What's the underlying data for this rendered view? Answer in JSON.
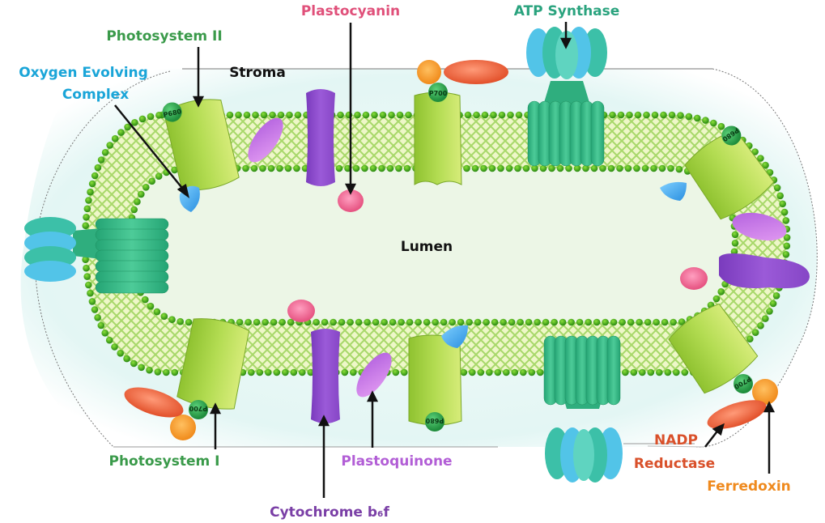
{
  "title": "Thylakoid membrane (light reactions of photosynthesis)",
  "regions": {
    "stroma": "Stroma",
    "lumen": "Lumen"
  },
  "labels": {
    "photosystem_ii": {
      "text": "Photosystem II",
      "color": "#3a9a4a"
    },
    "oxygen_evolving_line1": {
      "text": "Oxygen Evolving",
      "color": "#1aa5d8"
    },
    "oxygen_evolving_line2": {
      "text": "Complex",
      "color": "#1aa5d8"
    },
    "plastocyanin": {
      "text": "Plastocyanin",
      "color": "#e0507a"
    },
    "atp_synthase": {
      "text": "ATP Synthase",
      "color": "#2aa37e"
    },
    "photosystem_i": {
      "text": "Photosystem I",
      "color": "#3a9a4a"
    },
    "plastoquinone": {
      "text": "Plastoquinone",
      "color": "#b25ed6"
    },
    "cytochrome": {
      "text": "Cytochrome b₆f",
      "color": "#7a3fa6"
    },
    "nadp_line1": {
      "text": "NADP",
      "color": "#d9502a"
    },
    "nadp_line2": {
      "text": "Reductase",
      "color": "#d9502a"
    },
    "ferredoxin": {
      "text": "Ferredoxin",
      "color": "#ef8a1e"
    }
  },
  "badges": {
    "p680": "P680",
    "p700": "P700"
  },
  "colors": {
    "photosystem": "#a9d442",
    "photosystem_dark": "#7fae24",
    "badge": "#2ea24a",
    "cytochrome": "#8b4cc9",
    "plastoquinone": "#c06ee6",
    "plastocyanin": "#ef6a9a",
    "oec": "#3aa8e6",
    "atp_green": "#2fb37f",
    "atp_cyan": "#4cc6e0",
    "ferredoxin": "#f59a2a",
    "nadp_reductase": "#ec5f35",
    "membrane_bead": "#3fa71d",
    "membrane_fill": "#d5ef9e",
    "lumen_fill": "#ecf6e6",
    "stroma_fill": "#eaf8f6"
  }
}
